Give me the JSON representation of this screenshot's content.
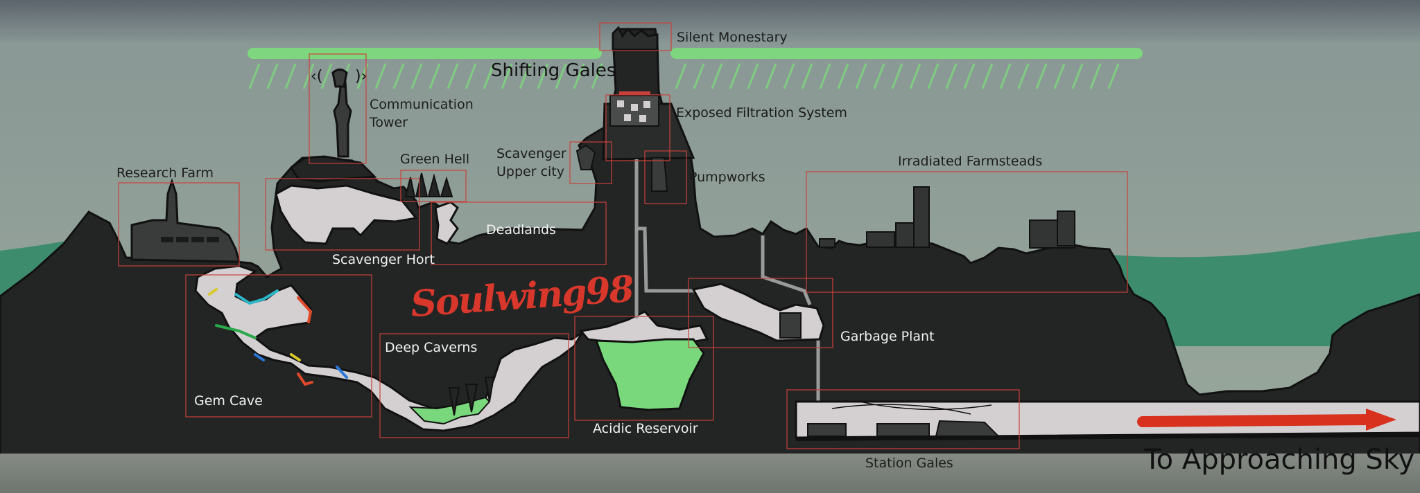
{
  "map": {
    "areas": [
      {
        "id": "silent-monestary",
        "label": "Silent Monestary"
      },
      {
        "id": "shifting-gales",
        "label": "Shifting Gales"
      },
      {
        "id": "communication-tower",
        "label_line1": "Communication",
        "label_line2": "Tower"
      },
      {
        "id": "exposed-filtration-system",
        "label": "Exposed Filtration System"
      },
      {
        "id": "research-farm",
        "label": "Research Farm"
      },
      {
        "id": "green-hell",
        "label": "Green Hell"
      },
      {
        "id": "scavenger-upper-city",
        "label_line1": "Scavenger",
        "label_line2": "Upper city"
      },
      {
        "id": "pumpworks",
        "label": "Pumpworks"
      },
      {
        "id": "irradiated-farmsteads",
        "label": "Irradiated Farmsteads"
      },
      {
        "id": "deadlands",
        "label": "Deadlands"
      },
      {
        "id": "scavenger-hort",
        "label": "Scavenger Hort"
      },
      {
        "id": "deep-caverns",
        "label": "Deep Caverns"
      },
      {
        "id": "garbage-plant",
        "label": "Garbage Plant"
      },
      {
        "id": "gem-cave",
        "label": "Gem Cave"
      },
      {
        "id": "acidic-reservoir",
        "label": "Acidic Reservoir"
      },
      {
        "id": "station-gales",
        "label": "Station Gales"
      }
    ],
    "exit_label": "To Approaching Sky",
    "signature": "Soulwing98"
  },
  "colors": {
    "sky_top": "#5c646c",
    "sky_bottom": "#93a596",
    "ground": "#232424",
    "tunnel": "#d4d0d2",
    "sea": "#3e8c6e",
    "wind": "#7ed67e",
    "acid": "#7ad87c",
    "region_outline": "#c8413c",
    "arrow": "#d8321f",
    "floor": "#7a8179"
  }
}
